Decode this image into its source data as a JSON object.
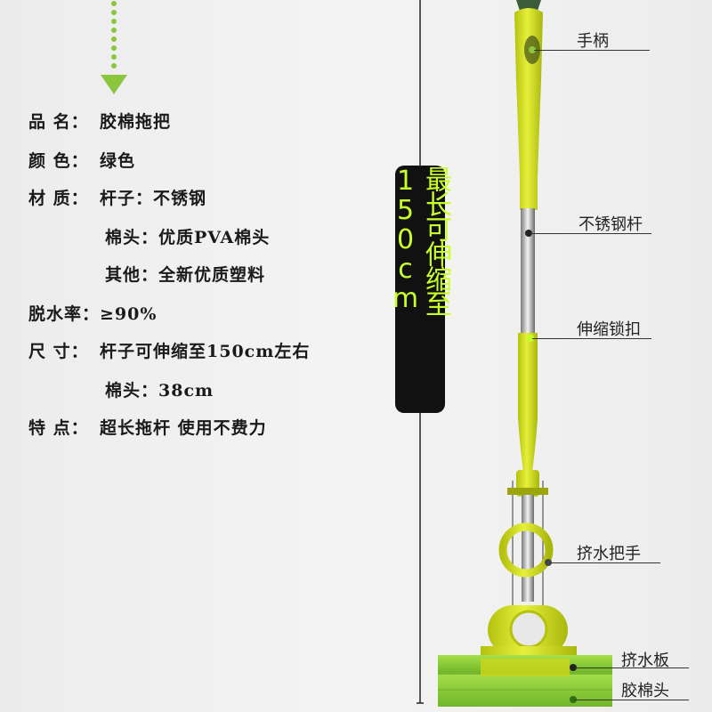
{
  "specs": [
    {
      "label": "品  名：",
      "value": "胶棉拖把"
    },
    {
      "label": "颜  色：",
      "value": "绿色"
    },
    {
      "label": "材  质：",
      "value": "杆子：不锈钢"
    },
    {
      "label": "",
      "value": "棉头：优质PVA棉头"
    },
    {
      "label": "",
      "value": "其他：全新优质塑料"
    },
    {
      "label": "脱水率：",
      "value": "≥90%"
    },
    {
      "label": "尺  寸：",
      "value": "杆子可伸缩至150cm左右"
    },
    {
      "label": "",
      "value": "棉头：38cm"
    },
    {
      "label": "特  点：",
      "value": "超长拖杆 使用不费力"
    }
  ],
  "badge": {
    "text": "最长可伸缩至150cm"
  },
  "callouts": {
    "handle": "手柄",
    "rod": "不锈钢杆",
    "lock": "伸缩锁扣",
    "squeeze_handle": "挤水把手",
    "squeeze_plate": "挤水板",
    "sponge_head": "胶棉头"
  },
  "colors": {
    "accent_green": "#8cc63f",
    "handle_yellow": "#d4e21b",
    "sponge_green": "#8fd33a",
    "badge_text": "#c8ff2a"
  }
}
